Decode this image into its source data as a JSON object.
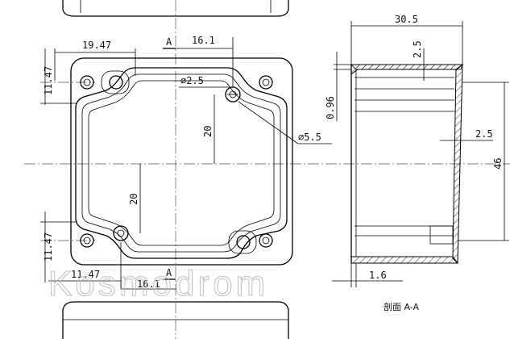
{
  "front_view": {
    "dim_19_47_top": "19.47",
    "dim_16_1_top": "16.1",
    "dim_11_47_left_top": "11.47",
    "dim_2_5_dia": "∅2.5",
    "dim_20_right": "20",
    "dim_5_5_dia": "∅5.5",
    "dim_20_left": "20",
    "dim_11_47_left_bottom": "11.47",
    "dim_11_47_bottom": "11.47",
    "dim_16_1_bottom": "16.1",
    "section_mark_top": "A",
    "section_mark_bottom": "A"
  },
  "section_view": {
    "dim_30_5": "30.5",
    "dim_2_5_top": "2.5",
    "dim_0_96": "0.96",
    "dim_2_5_wall": "2.5",
    "dim_46": "46",
    "dim_1_6": "1.6",
    "caption": "剖面 A-A"
  },
  "watermark": "Kosmodrom"
}
